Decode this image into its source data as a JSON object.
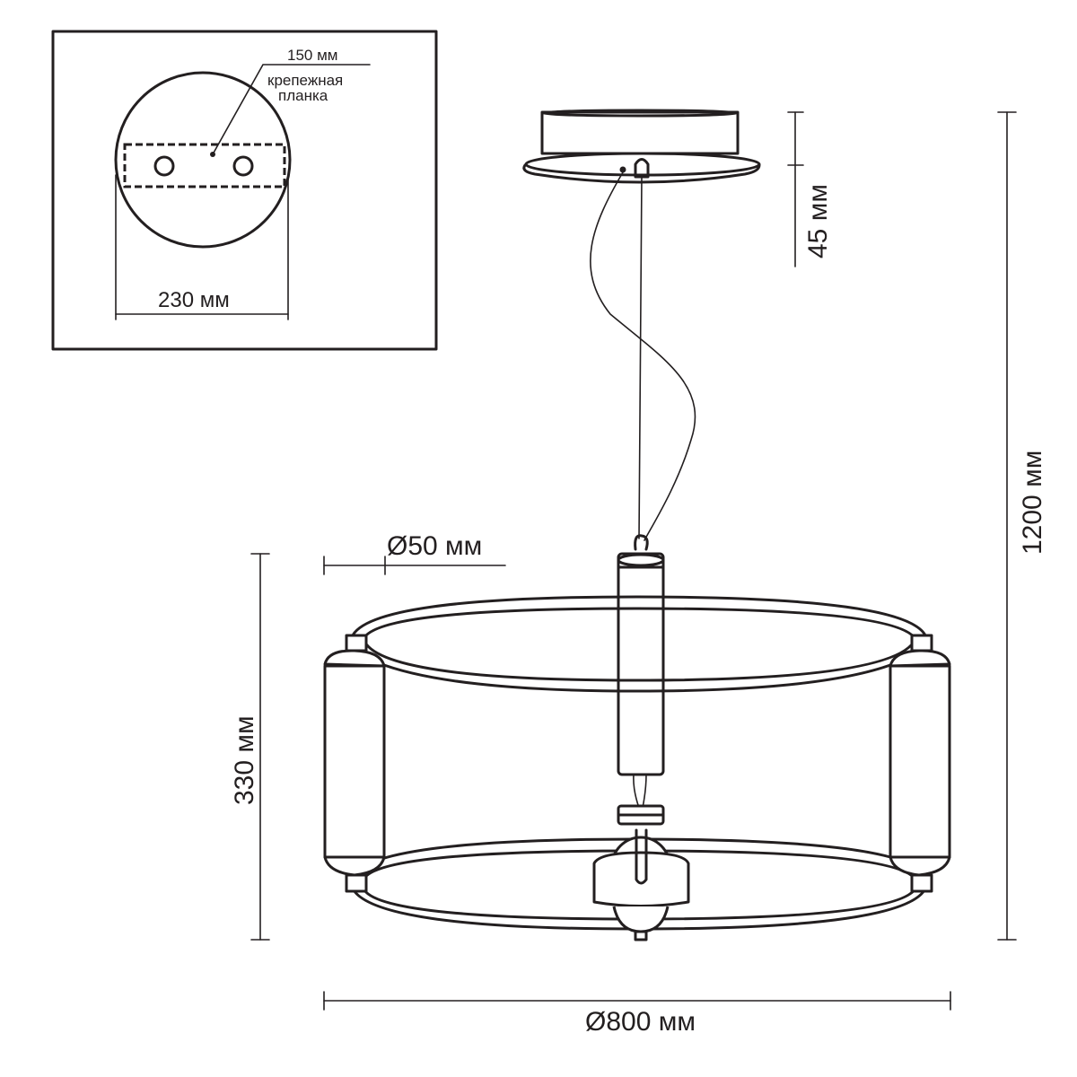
{
  "inset": {
    "label_150": "150 мм",
    "label_plate_line1": "крепежная",
    "label_plate_line2": "планка",
    "label_230": "230 мм"
  },
  "dimensions": {
    "canopy_height": "45 мм",
    "total_height": "1200 мм",
    "rod_diameter": "Ø50 мм",
    "shade_height": "330 мм",
    "shade_diameter": "Ø800 мм"
  }
}
